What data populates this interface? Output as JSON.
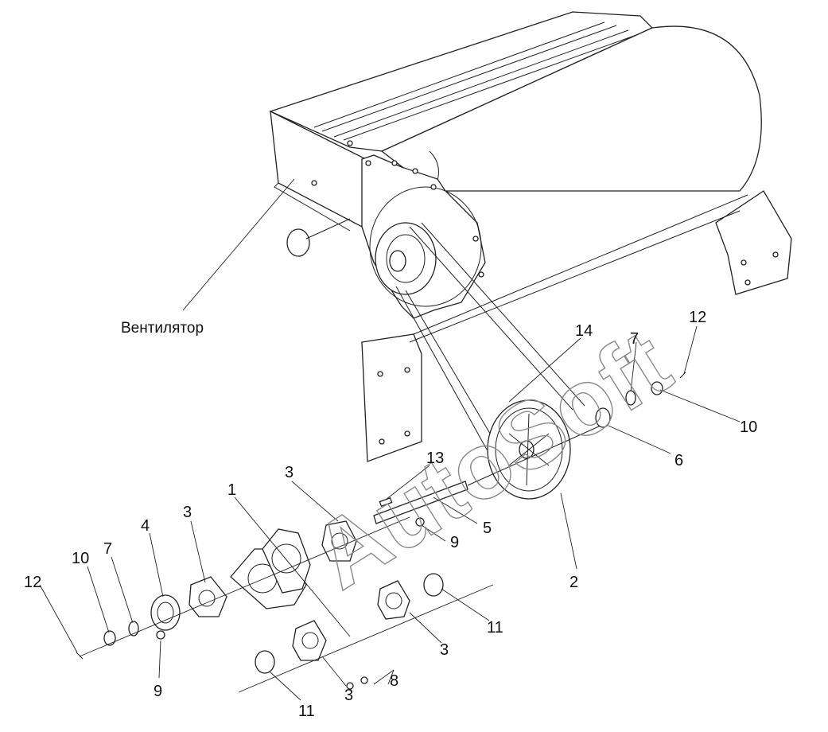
{
  "diagram": {
    "assembly_label": "Вентилятор",
    "watermark": "AutoSoft",
    "callouts": [
      "1",
      "2",
      "3",
      "3",
      "3",
      "3",
      "4",
      "5",
      "6",
      "7",
      "7",
      "8",
      "9",
      "9",
      "10",
      "10",
      "11",
      "11",
      "12",
      "12",
      "13",
      "14"
    ]
  }
}
